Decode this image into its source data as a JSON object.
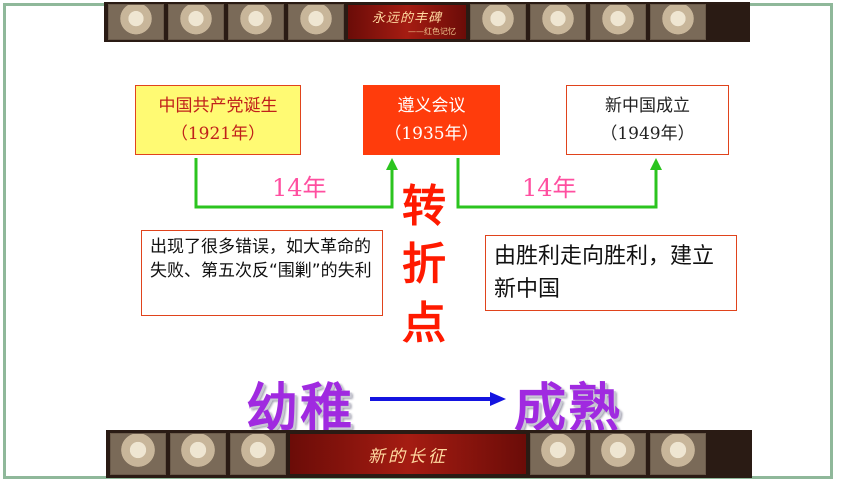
{
  "top_strip": {
    "banner_title": "永远的丰碑",
    "banner_subtitle": "——红色记忆"
  },
  "bottom_strip": {
    "banner_title": "新的长征"
  },
  "timeline": {
    "events": [
      {
        "name": "中国共产党诞生",
        "year": "（1921年）"
      },
      {
        "name": "遵义会议",
        "year": "（1935年）"
      },
      {
        "name": "新中国成立",
        "year": "（1949年）"
      }
    ],
    "intervals": [
      "14年",
      "14年"
    ]
  },
  "turning_point": [
    "转",
    "折",
    "点"
  ],
  "notes": {
    "left": "出现了很多错误，如大革命的失败、第五次反“围剿”的失利",
    "right": "由胜利走向胜利，建立新中国"
  },
  "growth": {
    "from": "幼稚",
    "to": "成熟"
  },
  "colors": {
    "highlight_box": "#ff3c0c",
    "yellow_box": "#fffa73",
    "arrow_green": "#2bc41f",
    "arrow_blue": "#1414e0",
    "years_pink": "#ff4fa0",
    "big_text": "#a02ae0"
  },
  "icons": [
    "portrait-photo-icon",
    "arrow-right-icon"
  ]
}
